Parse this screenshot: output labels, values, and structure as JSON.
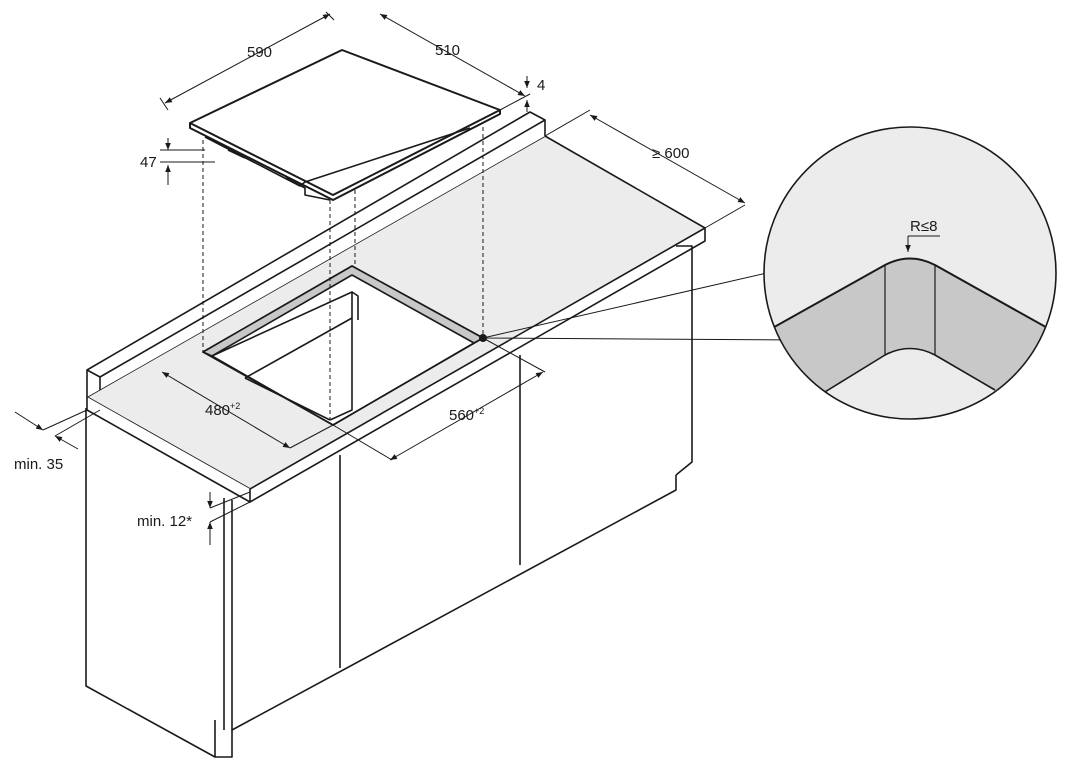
{
  "dimensions": {
    "hob_width": "590",
    "hob_depth": "510",
    "hob_glass_thickness": "4",
    "hob_height": "47",
    "min_side_distance": "≥ 600",
    "cutout_depth": "480",
    "cutout_depth_tol": "+2",
    "cutout_width": "560",
    "cutout_width_tol": "+2",
    "min_front_distance": "min. 35",
    "min_worktop_thickness": "min. 12*",
    "corner_radius": "R≤8"
  },
  "colors": {
    "line": "#1a1a1a",
    "worktop": "#ececec",
    "edge": "#c8c8c8"
  }
}
